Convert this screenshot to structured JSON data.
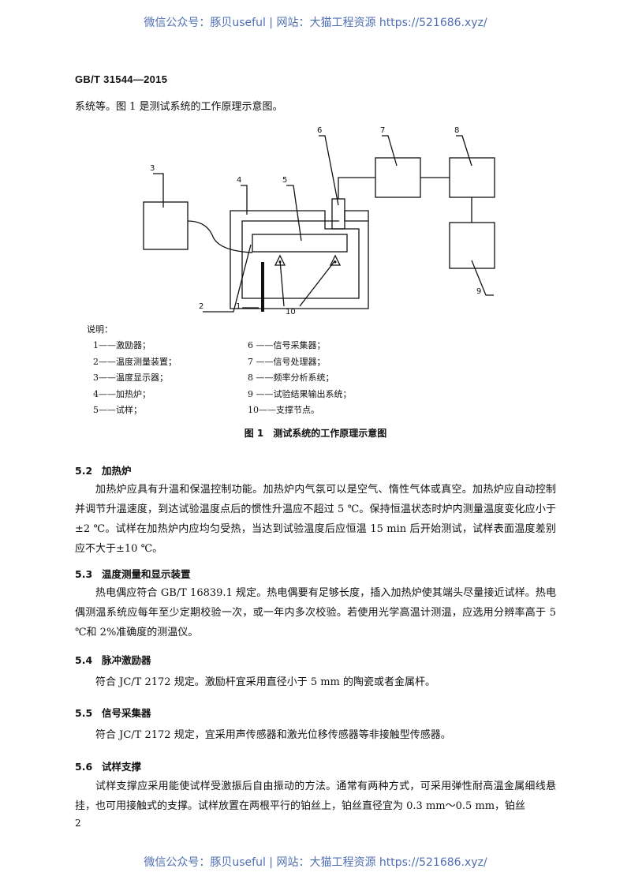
{
  "watermark": "微信公众号：豚贝useful | 网站：大猫工程资源 https://521686.xyz/",
  "doc_code": "GB/T 31544—2015",
  "intro": "系统等。图 1 是测试系统的工作原理示意图。",
  "figure": {
    "labels": [
      "1",
      "2",
      "3",
      "4",
      "5",
      "6",
      "7",
      "8",
      "9",
      "10"
    ],
    "legend_title": "说明：",
    "legend": [
      "1——激励器；",
      "2——温度测量装置；",
      "3——温度显示器；",
      "4——加热炉；",
      "5——试样；",
      "6 ——信号采集器；",
      "7 ——信号处理器；",
      "8 ——频率分析系统；",
      "9 ——试验结果输出系统；",
      "10——支撑节点。"
    ],
    "caption": "图 1　测试系统的工作原理示意图"
  },
  "sections": [
    {
      "num": "5.2",
      "title": "加热炉",
      "text": "加热炉应具有升温和保温控制功能。加热炉内气氛可以是空气、惰性气体或真空。加热炉应自动控制并调节升温速度，到达试验温度点后的惯性升温应不超过 5 ℃。保持恒温状态时炉内测量温度变化应小于±2 ℃。试样在加热炉内应均匀受热，当达到试验温度后应恒温 15 min 后开始测试，试样表面温度差别应不大于±10 ℃。"
    },
    {
      "num": "5.3",
      "title": "温度测量和显示装置",
      "text": "热电偶应符合 GB/T 16839.1 规定。热电偶要有足够长度，插入加热炉使其端头尽量接近试样。热电偶测温系统应每年至少定期校验一次，或一年内多次校验。若使用光学高温计测温，应选用分辨率高于 5 ℃和 2%准确度的测温仪。"
    },
    {
      "num": "5.4",
      "title": "脉冲激励器",
      "text": "符合 JC/T 2172 规定。激励杆宜采用直径小于 5 mm 的陶瓷或者金属杆。"
    },
    {
      "num": "5.5",
      "title": "信号采集器",
      "text": "符合 JC/T 2172 规定，宜采用声传感器和激光位移传感器等非接触型传感器。"
    },
    {
      "num": "5.6",
      "title": "试样支撑",
      "text": "试样支撑应采用能使试样受激振后自由振动的方法。通常有两种方式，可采用弹性耐高温金属细线悬挂，也可用接触式的支撑。试样放置在两根平行的铂丝上，铂丝直径宜为 0.3 mm～0.5 mm，铂丝"
    }
  ],
  "page_number": "2"
}
